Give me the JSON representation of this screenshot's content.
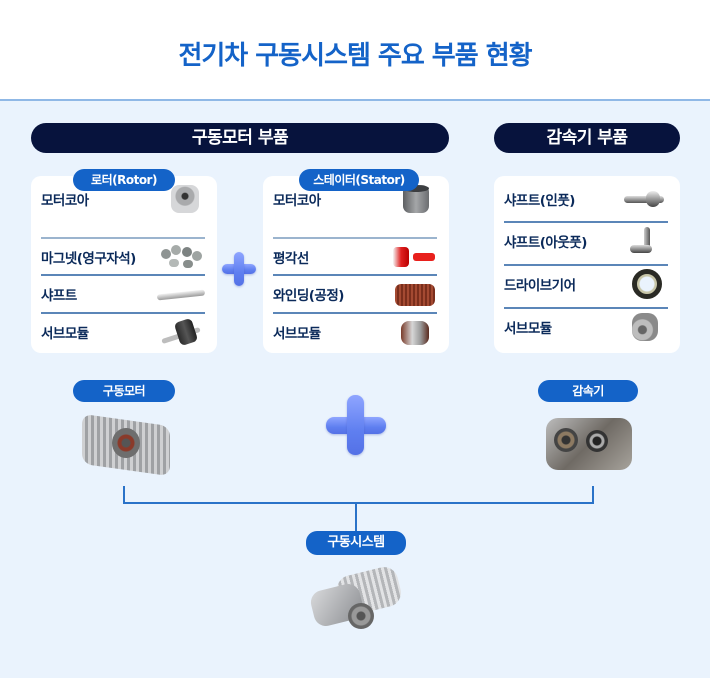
{
  "title": "전기차 구동시스템 주요 부품 현황",
  "sections": {
    "motor": {
      "label": "구동모터 부품"
    },
    "reducer": {
      "label": "감속기 부품"
    }
  },
  "rotor": {
    "tag": "로터(Rotor)",
    "items": [
      {
        "label": "모터코아",
        "icon": "rotor-core-icon"
      },
      {
        "label": "마그넷(영구자석)",
        "icon": "magnet-icon"
      },
      {
        "label": "샤프트",
        "icon": "shaft-icon"
      },
      {
        "label": "서브모듈",
        "icon": "rotor-submodule-icon"
      }
    ]
  },
  "stator": {
    "tag": "스테이터(Stator)",
    "items": [
      {
        "label": "모터코아",
        "icon": "stator-core-icon"
      },
      {
        "label": "평각선",
        "icon": "flat-wire-icon"
      },
      {
        "label": "와인딩(공정)",
        "icon": "winding-icon"
      },
      {
        "label": "서브모듈",
        "icon": "stator-submodule-icon"
      }
    ]
  },
  "reducer_parts": {
    "items": [
      {
        "label": "샤프트(인풋)",
        "icon": "input-shaft-icon"
      },
      {
        "label": "샤프트(아웃풋)",
        "icon": "output-shaft-icon"
      },
      {
        "label": "드라이브기어",
        "icon": "drive-gear-icon"
      },
      {
        "label": "서브모듈",
        "icon": "reducer-submodule-icon"
      }
    ]
  },
  "assemblies": {
    "motor": {
      "label": "구동모터"
    },
    "reducer": {
      "label": "감속기"
    },
    "system": {
      "label": "구동시스템"
    }
  },
  "colors": {
    "title_blue": "#1463c8",
    "navy": "#07133d",
    "tag_blue": "#1463c8",
    "background": "#eaf3fd",
    "plus_blue": "#6580f0"
  }
}
